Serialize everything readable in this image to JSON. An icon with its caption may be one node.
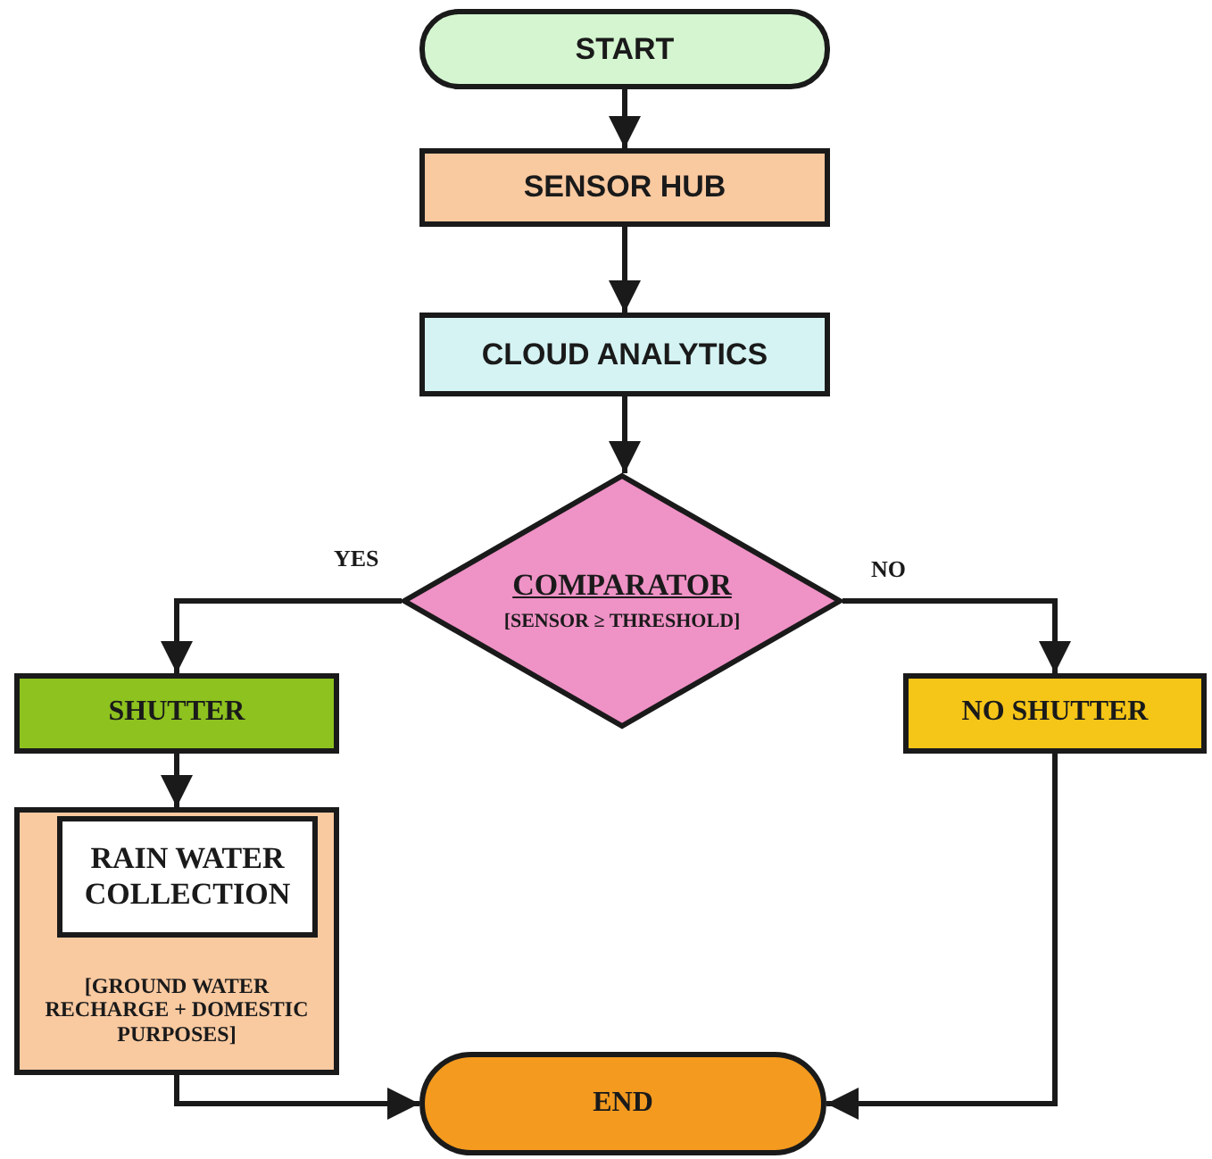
{
  "diagram": {
    "nodes": [
      {
        "text": [
          "START"
        ]
      },
      {
        "text": [
          "SENSOR HUB"
        ]
      },
      {
        "text": [
          "CLOUD ANALYTICS"
        ]
      },
      {
        "text": [
          "COMPARATOR",
          "[SENSOR ≥ THRESHOLD]"
        ]
      },
      {
        "text": [
          "SHUTTER"
        ]
      },
      {
        "text": [
          "NO SHUTTER"
        ]
      },
      {
        "text": [
          "[GROUND WATER RECHARGE + DOMESTIC PURPOSES]"
        ]
      },
      {
        "text": [
          "RAIN WATER COLLECTION"
        ],
        "in": 6
      },
      {
        "text": [
          "END"
        ]
      }
    ],
    "edges": [
      {
        "from": 0,
        "to": 1,
        "arrow": "to"
      },
      {
        "from": 1,
        "to": 2,
        "arrow": "to"
      },
      {
        "from": 2,
        "to": 3,
        "arrow": "to"
      },
      {
        "from": 3,
        "to": 4,
        "arrow": "to",
        "label": "YES"
      },
      {
        "from": 3,
        "to": 5,
        "arrow": "to",
        "label": "NO"
      },
      {
        "from": 4,
        "to": 6,
        "arrow": "to"
      },
      {
        "from": 6,
        "to": 8,
        "arrow": "to"
      },
      {
        "from": 5,
        "to": 8,
        "arrow": "to"
      }
    ]
  }
}
